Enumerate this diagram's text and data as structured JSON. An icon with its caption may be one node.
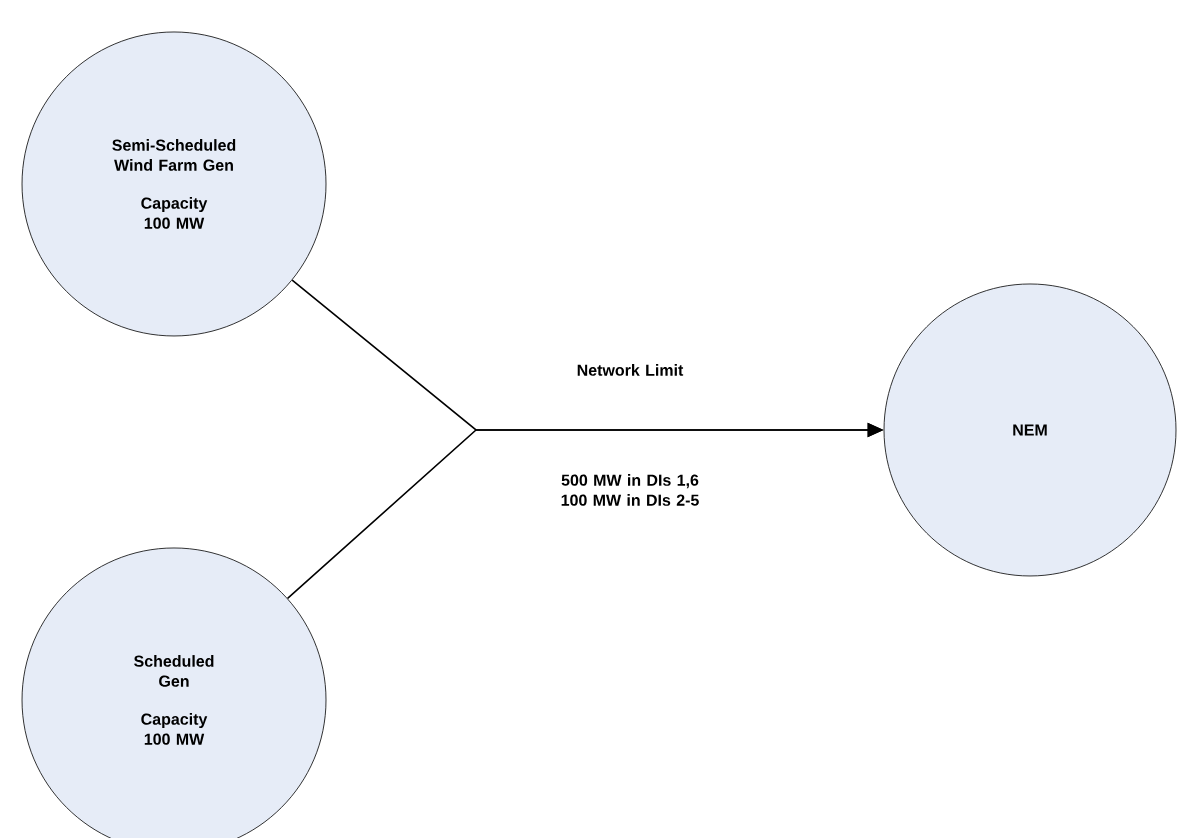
{
  "diagram": {
    "nodes": [
      {
        "text": [
          "Semi-Scheduled Wind Farm Gen",
          "Capacity 100 MW"
        ]
      },
      {
        "text": [
          "Scheduled Gen",
          "Capacity 100 MW"
        ]
      },
      {
        "text": [
          "NEM"
        ]
      }
    ],
    "edges": [
      {
        "from": 0,
        "to": 2,
        "arrow": "to"
      },
      {
        "from": 1,
        "to": 2,
        "arrow": "to"
      }
    ],
    "labels": [
      "Network Limit",
      "500 MW in DIs 1,6 100 MW in DIs 2-5"
    ]
  }
}
